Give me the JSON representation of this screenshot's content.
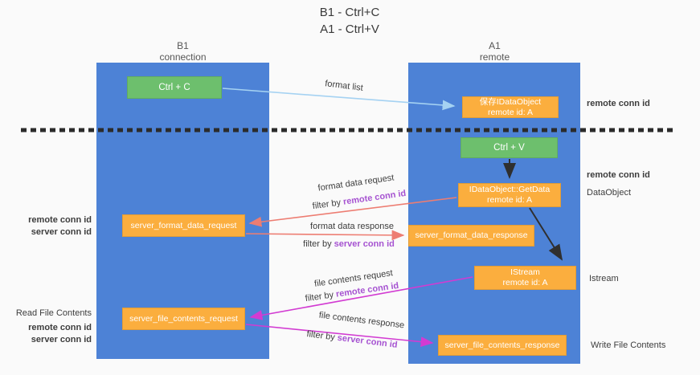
{
  "title": {
    "line1": "B1 - Ctrl+C",
    "line2": "A1 - Ctrl+V"
  },
  "lanes": {
    "b1": {
      "title": "B1",
      "subtitle": "connection"
    },
    "a1": {
      "title": "A1",
      "subtitle": "remote"
    }
  },
  "nodes": {
    "ctrl_c": "Ctrl + C",
    "save_dataobject_line1": "保存IDataObject",
    "save_dataobject_line2": "remote id: A",
    "ctrl_v": "Ctrl + V",
    "getdata_line1": "IDataObject::GetData",
    "getdata_line2": "remote id: A",
    "format_request": "server_format_data_request",
    "format_response": "server_format_data_response",
    "istream_line1": "IStream",
    "istream_line2": "remote id: A",
    "file_request": "server_file_contents_request",
    "file_response": "server_file_contents_response"
  },
  "labels": {
    "format_list": "format list",
    "format_data_request": "format data request",
    "format_data_response": "format data response",
    "file_contents_request": "file contents request",
    "file_contents_response": "file contents response",
    "filter_by": "filter by ",
    "remote_conn_id": "remote conn id",
    "server_conn_id": "server conn id",
    "dataobject": "DataObject",
    "istream": "Istream",
    "read_file_contents": "Read File Contents",
    "write_file_contents": "Write File Contents"
  },
  "colors": {
    "lane_blue": "#4d82d6",
    "box_orange": "#fbae3e",
    "box_green": "#6dbf6d",
    "purple_text": "#a653d1",
    "green_text": "#4fae50",
    "arrow_red": "#ed7d72",
    "arrow_magenta": "#d23bd2",
    "arrow_light_blue": "#a5d2f2",
    "arrow_black": "#2f2f2f"
  }
}
